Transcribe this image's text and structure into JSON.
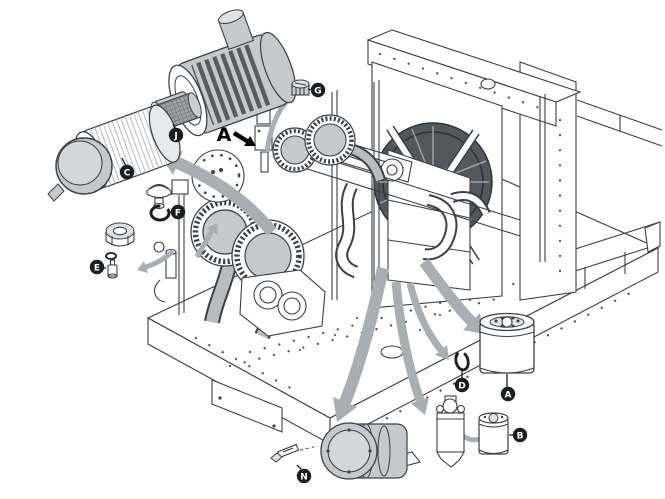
{
  "diagram": {
    "kind": "exploded-parts-illustration",
    "subject": "engine-compressor package with radiator fan, exploded air cleaner and replaceable filter parts",
    "background": "#ffffff",
    "line_color": "#3b4045",
    "shade_color": "#c6c9cb",
    "arrow_color": "#a9aeb2",
    "callout_bg": "#1b1e20"
  },
  "view_marker": {
    "label": "A"
  },
  "callouts": [
    {
      "id": "air-filter-element",
      "letter": "C"
    },
    {
      "id": "air-filter-inner-element",
      "letter": "J"
    },
    {
      "id": "breather-cap",
      "letter": "G"
    },
    {
      "id": "small-o-ring",
      "letter": "F"
    },
    {
      "id": "drain-fitting",
      "letter": "E"
    },
    {
      "id": "o-ring",
      "letter": "D"
    },
    {
      "id": "oil-filter",
      "letter": "A"
    },
    {
      "id": "fuel-filter-element",
      "letter": "B"
    },
    {
      "id": "plug-bolt",
      "letter": "N"
    }
  ]
}
